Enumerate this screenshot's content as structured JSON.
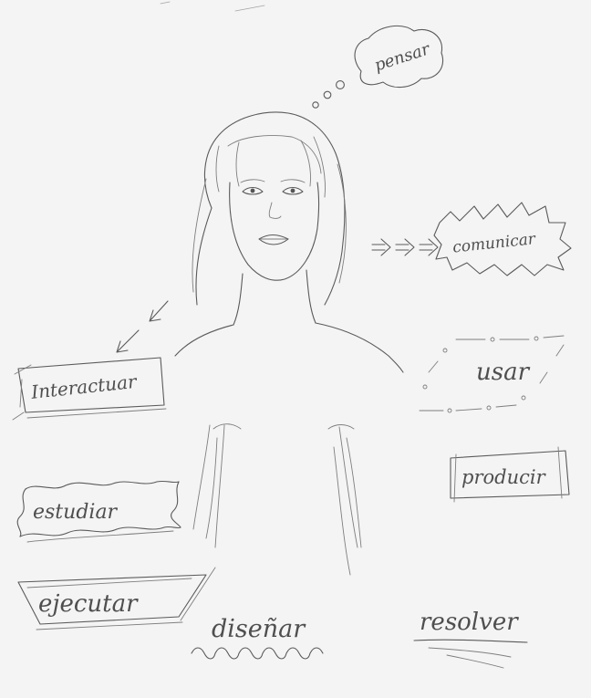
{
  "words": {
    "pensar": "pensar",
    "comunicar": "comunicar",
    "interactuar": "Interactuar",
    "usar": "usar",
    "producir": "producir",
    "estudiar": "estudiar",
    "ejecutar": "ejecutar",
    "disenar": "diseñar",
    "resolver": "resolver"
  },
  "colors": {
    "paper": "#f4f4f4",
    "pencil": "#5a5a5a"
  }
}
